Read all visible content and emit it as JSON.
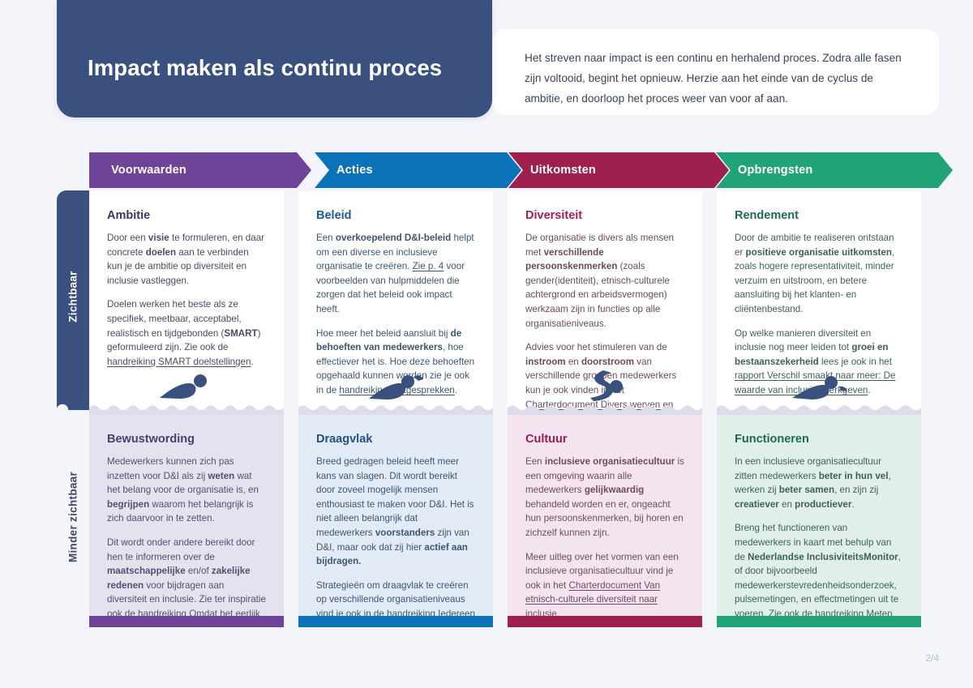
{
  "header": {
    "title": "Impact maken als continu proces",
    "intro": "Het streven naar impact is een continu en herhalend proces. Zodra alle fasen zijn voltooid, begint het opnieuw. Herzie aan het einde van de cyclus de ambitie, en doorloop het proces weer van voor af aan."
  },
  "phases": [
    {
      "label": "Voorwaarden",
      "color": "#6f4398"
    },
    {
      "label": "Acties",
      "color": "#0a72b9"
    },
    {
      "label": "Uitkomsten",
      "color": "#9e1f50"
    },
    {
      "label": "Opbrengsten",
      "color": "#22a277"
    }
  ],
  "side_labels": {
    "visible": "Zichtbaar",
    "less_visible": "Minder zichtbaar"
  },
  "rows": {
    "visible": [
      {
        "title": "Ambitie",
        "paragraphs": [
          [
            {
              "t": "Door een "
            },
            {
              "t": "visie",
              "b": true
            },
            {
              "t": " te formuleren, en daar concrete "
            },
            {
              "t": "doelen",
              "b": true
            },
            {
              "t": " aan te verbinden kun je de ambitie op diversiteit en inclusie vastleggen."
            }
          ],
          [
            {
              "t": "Doelen werken het beste als ze specifiek, meetbaar, acceptabel, realistisch en tijdgebonden ("
            },
            {
              "t": "SMART",
              "b": true
            },
            {
              "t": ") geformuleerd zijn. Zie ook de "
            },
            {
              "t": "handreiking SMART doelstellingen",
              "u": true
            },
            {
              "t": "."
            }
          ]
        ]
      },
      {
        "title": "Beleid",
        "paragraphs": [
          [
            {
              "t": "Een "
            },
            {
              "t": "overkoepelend D&I-beleid",
              "b": true
            },
            {
              "t": " helpt om een diverse en inclusieve organisatie te creëren. "
            },
            {
              "t": "Zie p. 4",
              "u": true
            },
            {
              "t": " voor voorbeelden van hulpmiddelen die zorgen dat het beleid ook impact heeft."
            }
          ],
          [
            {
              "t": "Hoe meer het beleid aansluit bij "
            },
            {
              "t": "de behoeften van medewerkers",
              "b": true
            },
            {
              "t": ", hoe effectiever het is. Hoe deze behoeften opgehaald kunnen worden zie je ook in de "
            },
            {
              "t": "handreiking Exitgesprekken",
              "u": true
            },
            {
              "t": "."
            }
          ]
        ]
      },
      {
        "title": "Diversiteit",
        "paragraphs": [
          [
            {
              "t": "De organisatie is divers als mensen met "
            },
            {
              "t": "verschillende persoonskenmerken",
              "b": true
            },
            {
              "t": " (zoals  gender(identiteit), etnisch-culturele achtergrond en arbeidsvermogen) werkzaam zijn in functies op alle organisatieniveaus."
            }
          ],
          [
            {
              "t": "Advies voor het stimuleren van de "
            },
            {
              "t": "instroom",
              "b": true
            },
            {
              "t": " en "
            },
            {
              "t": "doorstroom",
              "b": true
            },
            {
              "t": " van verschillende groepen medewerkers kun je ook vinden in het "
            },
            {
              "t": "Charterdocument Divers werven en selecteren",
              "u": true
            },
            {
              "t": "."
            }
          ]
        ]
      },
      {
        "title": "Rendement",
        "paragraphs": [
          [
            {
              "t": "Door de ambitie te realiseren ontstaan er "
            },
            {
              "t": "positieve organisatie uitkomsten",
              "b": true
            },
            {
              "t": ", zoals hogere representativiteit, minder verzuim en uitstroom, en betere aansluiting bij het klanten- en cliëntenbestand."
            }
          ],
          [
            {
              "t": "Op welke manieren diversiteit en inclusie nog meer leiden tot "
            },
            {
              "t": "groei en bestaanszekerheid",
              "b": true
            },
            {
              "t": " lees je ook in het "
            },
            {
              "t": "rapport Verschil smaakt naar meer: De waarde van inclusief werkgeven",
              "u": true
            },
            {
              "t": "."
            }
          ]
        ]
      }
    ],
    "less_visible": [
      {
        "title": "Bewustwording",
        "paragraphs": [
          [
            {
              "t": "Medewerkers kunnen zich pas inzetten voor D&I als zij "
            },
            {
              "t": "weten",
              "b": true
            },
            {
              "t": " wat het belang voor de organisatie is, en "
            },
            {
              "t": "begrijpen",
              "b": true
            },
            {
              "t": " waarom het belangrijk is zich daarvoor in te zetten."
            }
          ],
          [
            {
              "t": "Dit wordt onder andere bereikt door hen te informeren over de "
            },
            {
              "t": "maatschappelijke",
              "b": true
            },
            {
              "t": " en/of "
            },
            {
              "t": "zakelijke redenen",
              "b": true
            },
            {
              "t": " voor bijdragen aan diversiteit en inclusie. Zie ter inspiratie ook de "
            },
            {
              "t": "handreiking Omdat het eerlijk is of omdat het slim is",
              "u": true
            },
            {
              "t": "."
            }
          ]
        ]
      },
      {
        "title": "Draagvlak",
        "paragraphs": [
          [
            {
              "t": "Breed gedragen beleid heeft meer kans van slagen. Dit wordt bereikt door zoveel mogelijk mensen enthousiast te maken voor D&I. Het is niet alleen belangrijk dat medewerkers "
            },
            {
              "t": "voorstanders",
              "b": true
            },
            {
              "t": " zijn van D&I, maar ook dat zij hier "
            },
            {
              "t": "actief aan bijdragen.",
              "b": true
            }
          ],
          [
            {
              "t": "Strategieën om draagvlak te creëren op verschillende organisatieniveaus vind je ook in de "
            },
            {
              "t": "handreiking Iedereen aan boord",
              "u": true
            },
            {
              "t": "."
            }
          ]
        ]
      },
      {
        "title": "Cultuur",
        "paragraphs": [
          [
            {
              "t": "Een "
            },
            {
              "t": "inclusieve organisatiecultuur",
              "b": true
            },
            {
              "t": " is een omgeving waarin alle medewerkers "
            },
            {
              "t": "gelijkwaardig",
              "b": true
            },
            {
              "t": " behandeld worden en er, ongeacht hun persoonskenmerken, bij horen en zichzelf kunnen zijn."
            }
          ],
          [
            {
              "t": "Meer uitleg over het vormen van een inclusieve organisatiecultuur vind je ook in het "
            },
            {
              "t": "Charterdocument Van etnisch-culturele diversiteit naar inclusie.",
              "u": true
            }
          ]
        ]
      },
      {
        "title": "Functioneren",
        "paragraphs": [
          [
            {
              "t": "In een inclusieve organisatiecultuur zitten medewerkers "
            },
            {
              "t": "beter in hun vel",
              "b": true
            },
            {
              "t": ", werken zij "
            },
            {
              "t": "beter samen",
              "b": true
            },
            {
              "t": ", en zijn zij "
            },
            {
              "t": "creatiever",
              "b": true
            },
            {
              "t": " en "
            },
            {
              "t": "productiever",
              "b": true
            },
            {
              "t": "."
            }
          ],
          [
            {
              "t": "Breng het functioneren van medewerkers in kaart met behulp van de "
            },
            {
              "t": "Nederlandse InclusiviteitsMonitor",
              "b": true
            },
            {
              "t": ", of door bijvoorbeeld medewerkerstevredenheidsonderzoek, pulsemetingen, en effectmetingen uit te voeren. Zie ook de handreiking "
            },
            {
              "t": "Meten voor impact.",
              "u": true
            }
          ]
        ]
      }
    ]
  },
  "footer": {
    "page_number": "2/4"
  },
  "icons": {
    "swimmer": "swimmer-icon",
    "waves": "water-waves-icon"
  }
}
